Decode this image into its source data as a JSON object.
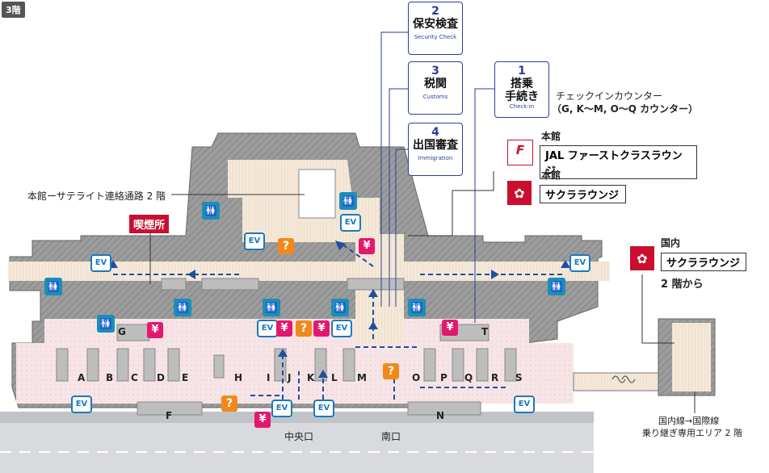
{
  "floor_label": "3階",
  "steps": [
    {
      "num": "1",
      "jp_line1": "搭乗",
      "jp_line2": "手続き",
      "en": "Check-in"
    },
    {
      "num": "2",
      "jp_line1": "保安検査",
      "jp_line2": "",
      "en": "Security Check"
    },
    {
      "num": "3",
      "jp_line1": "税関",
      "jp_line2": "",
      "en": "Customs"
    },
    {
      "num": "4",
      "jp_line1": "出国審査",
      "jp_line2": "",
      "en": "Immigration"
    }
  ],
  "checkin_note_line1": "チェックインカウンター",
  "checkin_note_line2": "（G, K～M, O～Q カウンター）",
  "lounges": {
    "jal_building": "本館",
    "jal_name": "JAL ファーストクラスラウンジ",
    "sakura_building": "本館",
    "sakura_name": "サクララウンジ",
    "domestic_building": "国内",
    "domestic_name": "サクララウンジ",
    "domestic_floor": "2 階から"
  },
  "satellite_link": "本館ーサテライト連絡通路 2 階",
  "smoking_room": "喫煙所",
  "connection_line1": "国内線→国際線",
  "connection_line2": "乗り継ぎ専用エリア 2 階",
  "exits": {
    "central": "中央口",
    "south": "南口"
  },
  "counters": [
    "A",
    "B",
    "C",
    "D",
    "E",
    "F",
    "G",
    "H",
    "I",
    "J",
    "K",
    "L",
    "M",
    "N",
    "O",
    "P",
    "Q",
    "R",
    "S",
    "T"
  ],
  "icons": {
    "ev": "EV",
    "yen": "¥",
    "info": "?",
    "restroom": "🚻",
    "jal_logo": "F",
    "sakura_logo": "✿"
  },
  "colors": {
    "step_blue": "#2a3f9a",
    "route_blue": "#1f4fa0",
    "ev_blue": "#1c78c0",
    "restroom_teal": "#1a8fb8",
    "yen_pink": "#e4176e",
    "info_orange": "#ef8a1a",
    "lounge_red": "#c8102e",
    "floor_beige": "#f3e7d6",
    "hall_pink": "#f5e2e4",
    "wall_gray": "#8a8a8a"
  }
}
